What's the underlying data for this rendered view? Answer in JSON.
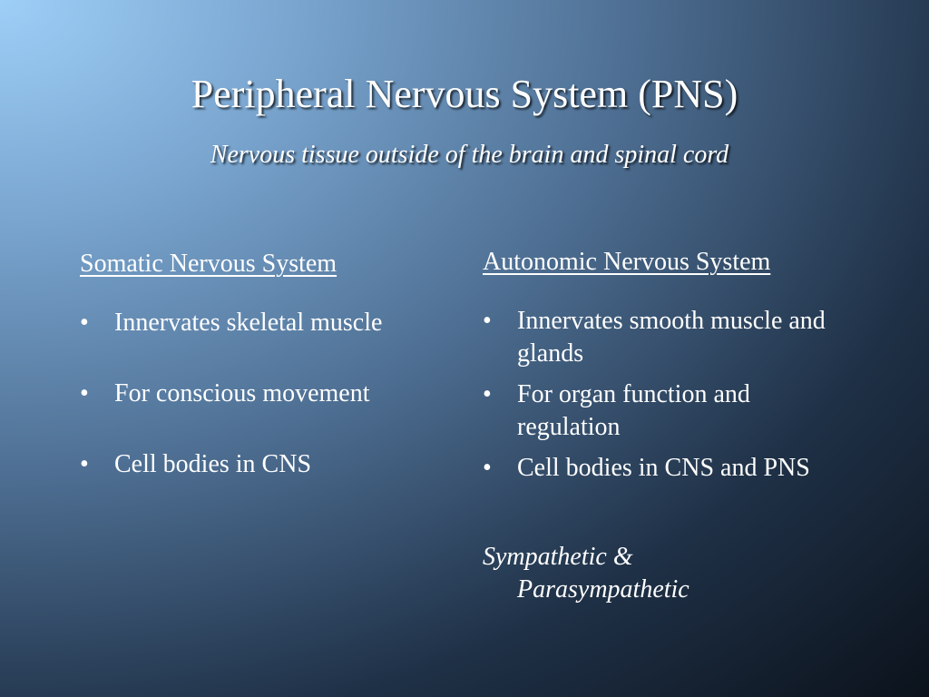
{
  "slide": {
    "title": "Peripheral Nervous System (PNS)",
    "subtitle": "Nervous tissue outside of the brain and spinal cord",
    "background_colors": [
      "#9ecff7",
      "#4e6f93",
      "#0b121b"
    ],
    "text_color": "#ffffff"
  },
  "left": {
    "heading": "Somatic Nervous System",
    "bullet_symbol": "•",
    "items": [
      "Innervates skeletal muscle",
      "For conscious movement",
      "Cell bodies in CNS"
    ]
  },
  "right": {
    "heading": "Autonomic Nervous System",
    "bullet_symbol": "•",
    "items": [
      "Innervates smooth muscle and glands",
      "For organ function and regulation",
      "Cell bodies in CNS and PNS"
    ],
    "note_line1": "Sympathetic &",
    "note_line2": "Parasympathetic"
  }
}
